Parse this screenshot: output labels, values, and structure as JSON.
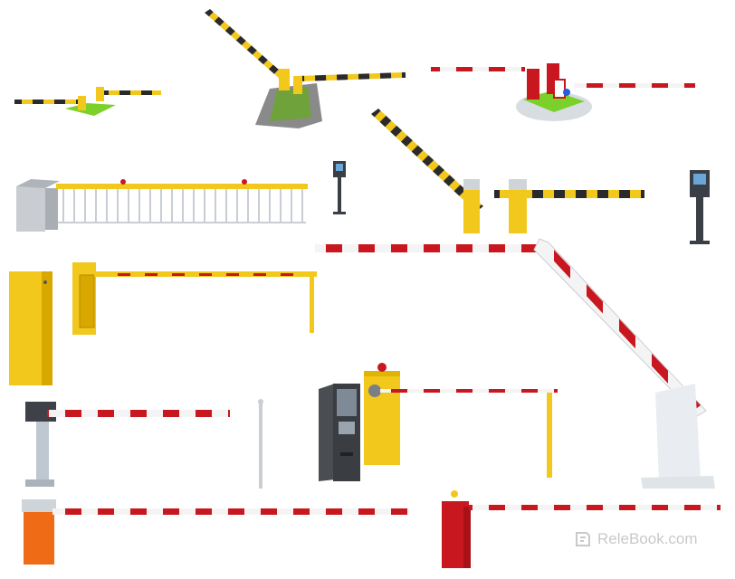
{
  "watermark": {
    "text": "ReleBook.com",
    "icon": "relebook-logo-icon"
  },
  "colors": {
    "yellow": "#f2c81c",
    "yellow_dark": "#d9a800",
    "red": "#c8171e",
    "white": "#ffffff",
    "black": "#2a2a2a",
    "grass": "#7bd02a",
    "orange": "#f06b16",
    "gray_panel": "#bfc7d0"
  },
  "items": [
    "barrier-small-striped-on-grass",
    "barrier-raised-arm-on-hedge-island",
    "barrier-pair-red-white-on-grass-island",
    "barrier-fence-arm-gray-cabinet",
    "ticket-kiosk-small",
    "barrier-yellow-raised-diagonal",
    "barrier-yellow-horizontal-striped",
    "ticket-kiosk-right",
    "barrier-yellow-tall-cabinet",
    "barrier-yellow-with-support-post",
    "barrier-white-folding-arm",
    "barrier-gray-pedestal-red-white",
    "pole-gray",
    "ticket-machine-dark",
    "barrier-yellow-lamp-cabinet",
    "barrier-orange-long-arm",
    "barrier-red-long-arm"
  ]
}
